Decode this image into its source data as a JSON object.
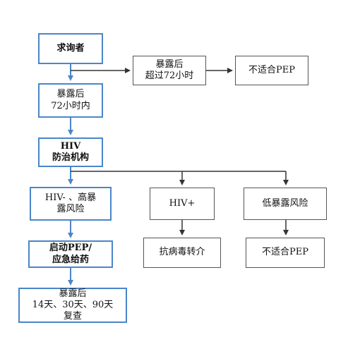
{
  "nodes": {
    "inquirer": {
      "lines": [
        "求询者"
      ]
    },
    "over72": {
      "lines": [
        "暴露后",
        "超过72小时"
      ]
    },
    "not_suitable_1": {
      "lines": [
        "不适合PEP"
      ]
    },
    "within72": {
      "lines": [
        "暴露后",
        "72小时内"
      ]
    },
    "hiv_institution": {
      "lines": [
        "HIV",
        "防治机构"
      ]
    },
    "hiv_neg_high": {
      "lines": [
        "HIV- 、高暴",
        "露风险"
      ]
    },
    "hiv_pos": {
      "lines": [
        "HIV+"
      ]
    },
    "low_risk": {
      "lines": [
        "低暴露风险"
      ]
    },
    "start_pep": {
      "lines": [
        "启动PEP/",
        "应急给药"
      ]
    },
    "antiviral_referral": {
      "lines": [
        "抗病毒转介"
      ]
    },
    "not_suitable_2": {
      "lines": [
        "不适合PEP"
      ]
    },
    "followup": {
      "lines": [
        "暴露后",
        "14天、30天、90天",
        "复查"
      ]
    }
  },
  "colors": {
    "blue_border": "#4a86c8",
    "blue_arrow": "#4a86c8",
    "gray_border": "#555555",
    "dark_arrow": "#333333"
  }
}
